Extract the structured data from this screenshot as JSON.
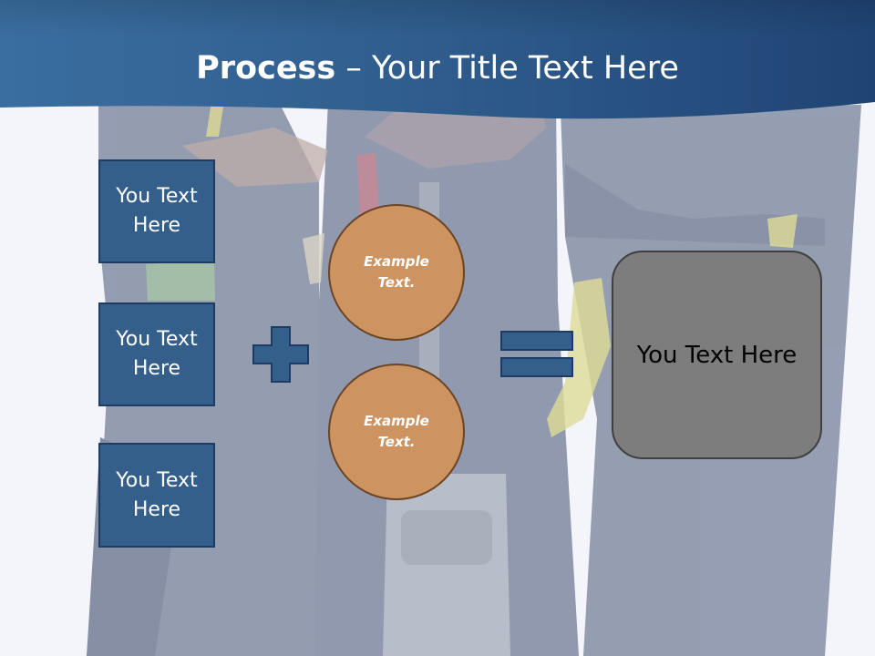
{
  "title": {
    "bold": "Process",
    "rest": " – Your Title Text Here"
  },
  "left_boxes": [
    {
      "line1": "You Text",
      "line2": "Here"
    },
    {
      "line1": "You Text",
      "line2": "Here"
    },
    {
      "line1": "You Text",
      "line2": "Here"
    }
  ],
  "circles": [
    {
      "line1": "Example",
      "line2": "Text."
    },
    {
      "line1": "Example",
      "line2": "Text."
    }
  ],
  "result": {
    "label": "You Text Here"
  },
  "icons": {
    "plus": "plus-icon",
    "equals": "equals-icon"
  },
  "colors": {
    "header": "#2c5585",
    "box_fill": "#355f8b",
    "circle_fill": "#cd9462",
    "result_fill": "#7d7d7d"
  }
}
